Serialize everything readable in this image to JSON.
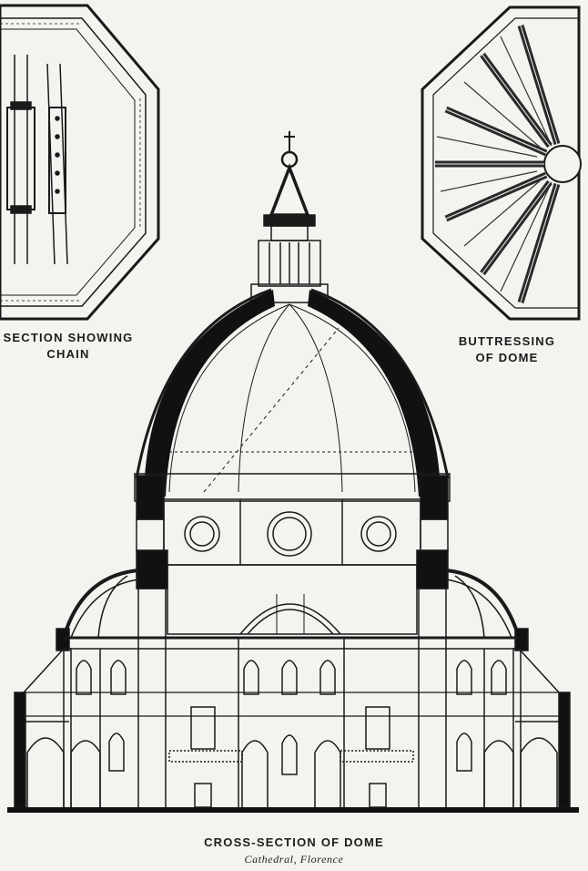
{
  "captions": {
    "chain": [
      "SECTION SHOWING",
      "CHAIN"
    ],
    "buttress": [
      "BUTTRESSING",
      "OF DOME"
    ],
    "title": "CROSS-SECTION OF DOME",
    "subtitle": "Cathedral, Florence"
  },
  "colors": {
    "paper": "#f4f3ef",
    "ink": "#1a1a1a"
  }
}
